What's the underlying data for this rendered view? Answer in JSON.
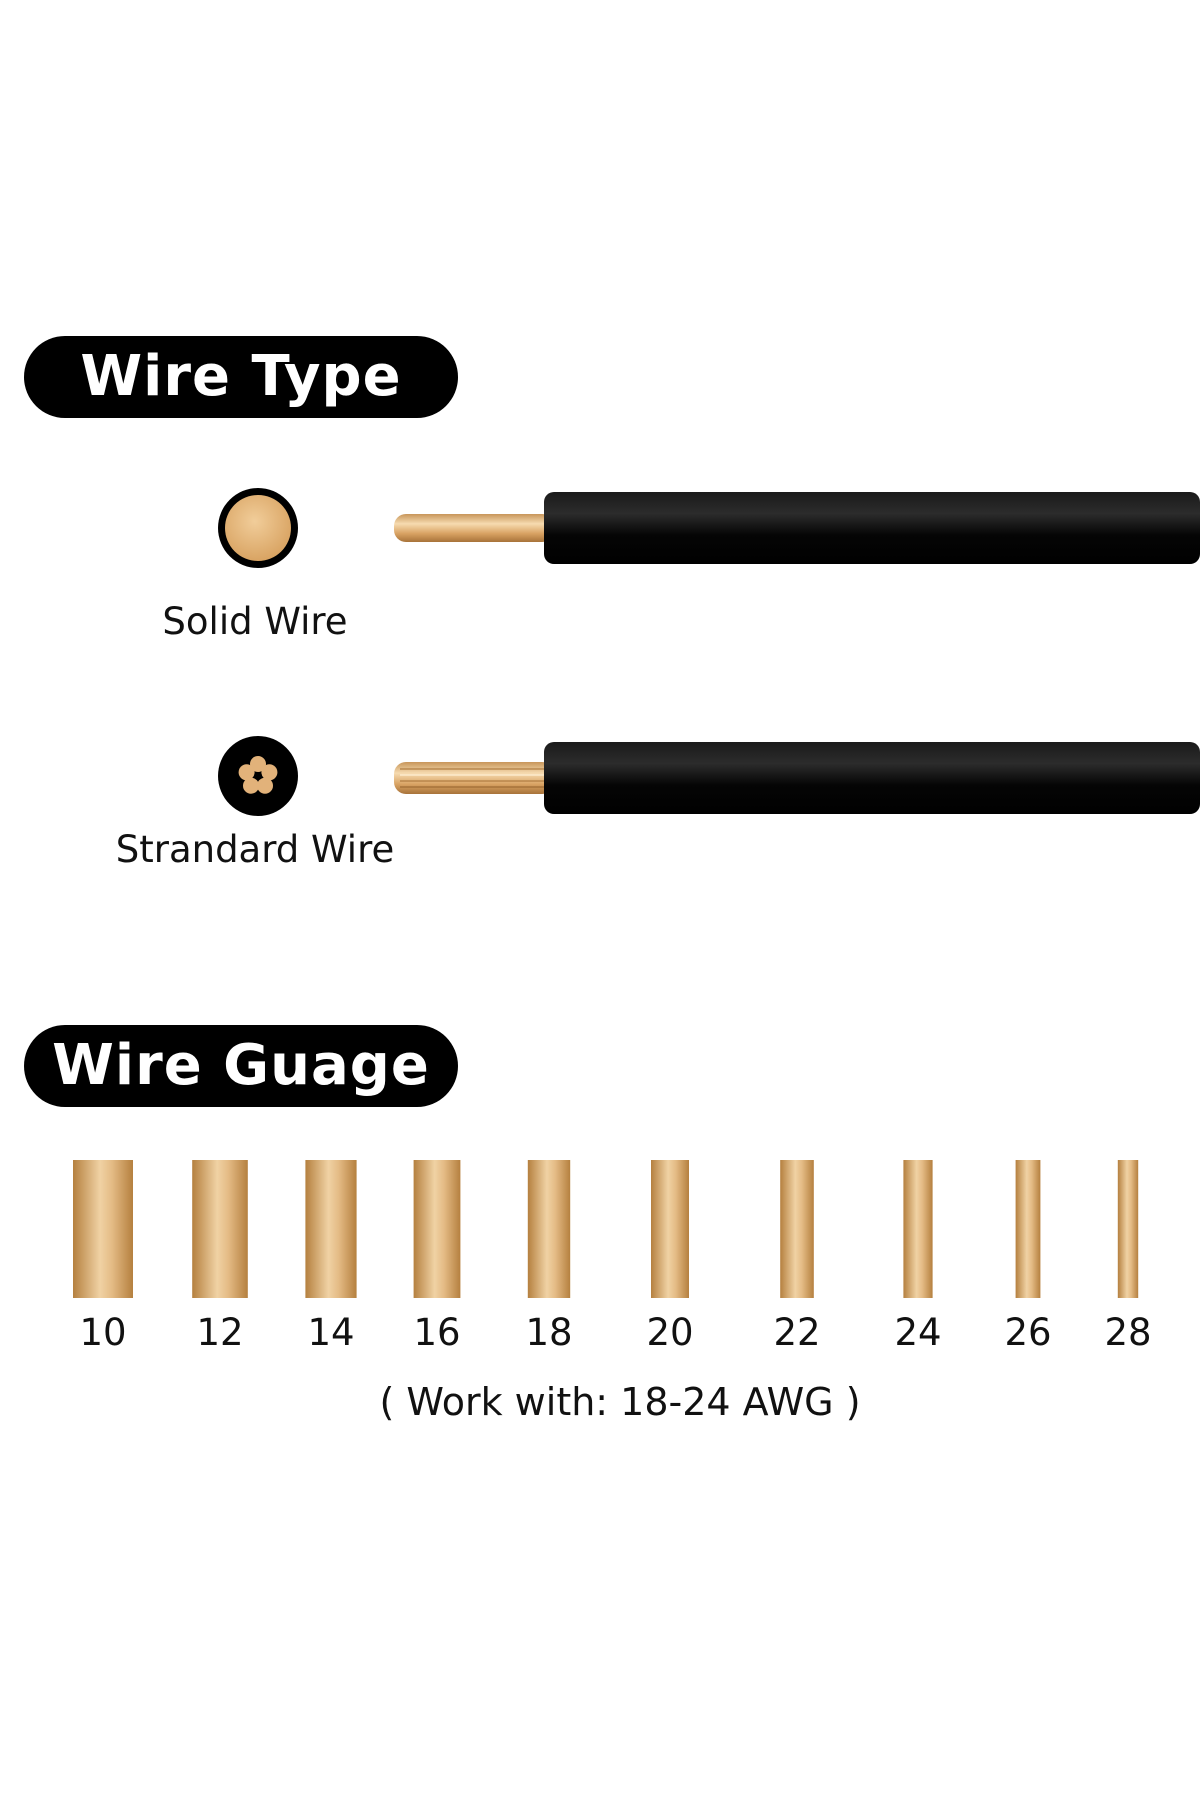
{
  "sections": {
    "wire_type_title": "Wire Type",
    "wire_gauge_title": "Wire Guage"
  },
  "wire_types": {
    "solid_label": "Solid Wire",
    "stranded_label": "Strandard Wire"
  },
  "gauges": [
    "10",
    "12",
    "14",
    "16",
    "18",
    "20",
    "22",
    "24",
    "26",
    "28"
  ],
  "compat_note": "( Work with: 18-24 AWG )",
  "colors": {
    "copper_light": "#eecb9b",
    "copper_dark": "#b5803f",
    "insulation": "#000000",
    "pill": "#000000",
    "pill_text": "#ffffff"
  }
}
